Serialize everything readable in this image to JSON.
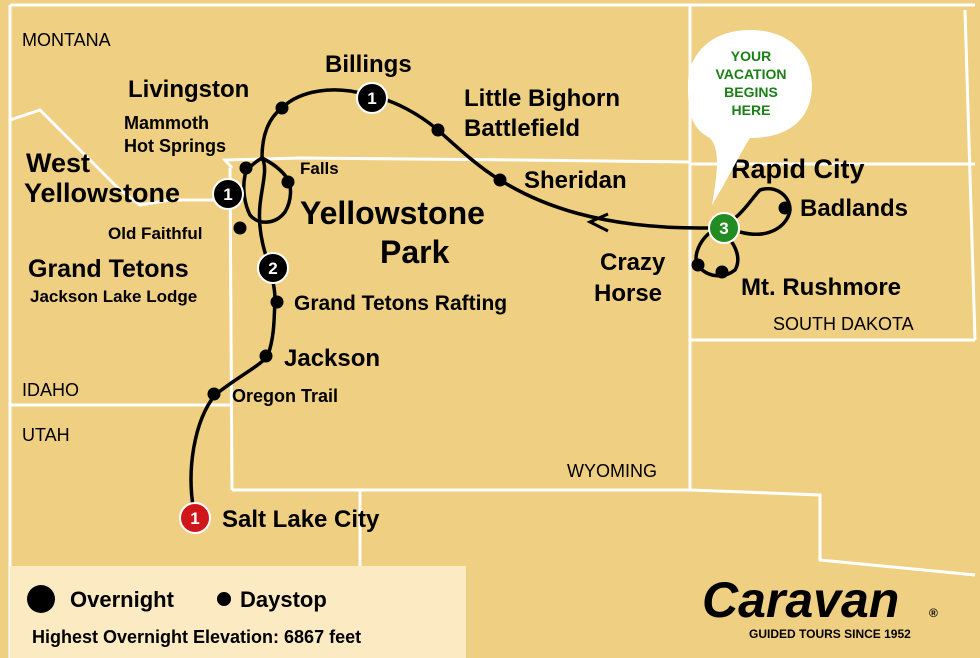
{
  "states": {
    "montana": "MONTANA",
    "idaho": "IDAHO",
    "utah": "UTAH",
    "wyoming": "WYOMING",
    "south_dakota": "SOUTH DAKOTA"
  },
  "park": {
    "line1": "Yellowstone",
    "line2": "Park"
  },
  "places": {
    "billings": "Billings",
    "livingston": "Livingston",
    "little_bighorn_1": "Little Bighorn",
    "little_bighorn_2": "Battlefield",
    "mammoth_1": "Mammoth",
    "mammoth_2": "Hot Springs",
    "west_yellowstone_1": "West",
    "west_yellowstone_2": "Yellowstone",
    "falls": "Falls",
    "old_faithful": "Old Faithful",
    "sheridan": "Sheridan",
    "rapid_city": "Rapid City",
    "badlands": "Badlands",
    "crazy_horse_1": "Crazy",
    "crazy_horse_2": "Horse",
    "mt_rushmore": "Mt. Rushmore",
    "grand_tetons": "Grand Tetons",
    "jackson_lake_lodge": "Jackson Lake Lodge",
    "grand_tetons_rafting": "Grand Tetons Rafting",
    "jackson": "Jackson",
    "oregon_trail": "Oregon Trail",
    "salt_lake_city": "Salt Lake City"
  },
  "nights": {
    "salt_lake_city": "1",
    "grand_tetons": "2",
    "west_yellowstone": "1",
    "billings": "1",
    "rapid_city": "3"
  },
  "bubble": {
    "l1": "YOUR",
    "l2": "VACATION",
    "l3": "BEGINS",
    "l4": "HERE"
  },
  "legend": {
    "overnight": "Overnight",
    "daystop": "Daystop",
    "elevation": "Highest Overnight Elevation: 6867 feet"
  },
  "logo": {
    "name": "Caravan",
    "registered": "®",
    "tagline": "GUIDED TOURS SINCE 1952"
  },
  "colors": {
    "land": "#efcf82",
    "border": "#ffffff",
    "route": "#000000",
    "start_marker": "#d0161b",
    "begin_marker": "#228b22",
    "legend_bg": "#fbeac2"
  }
}
